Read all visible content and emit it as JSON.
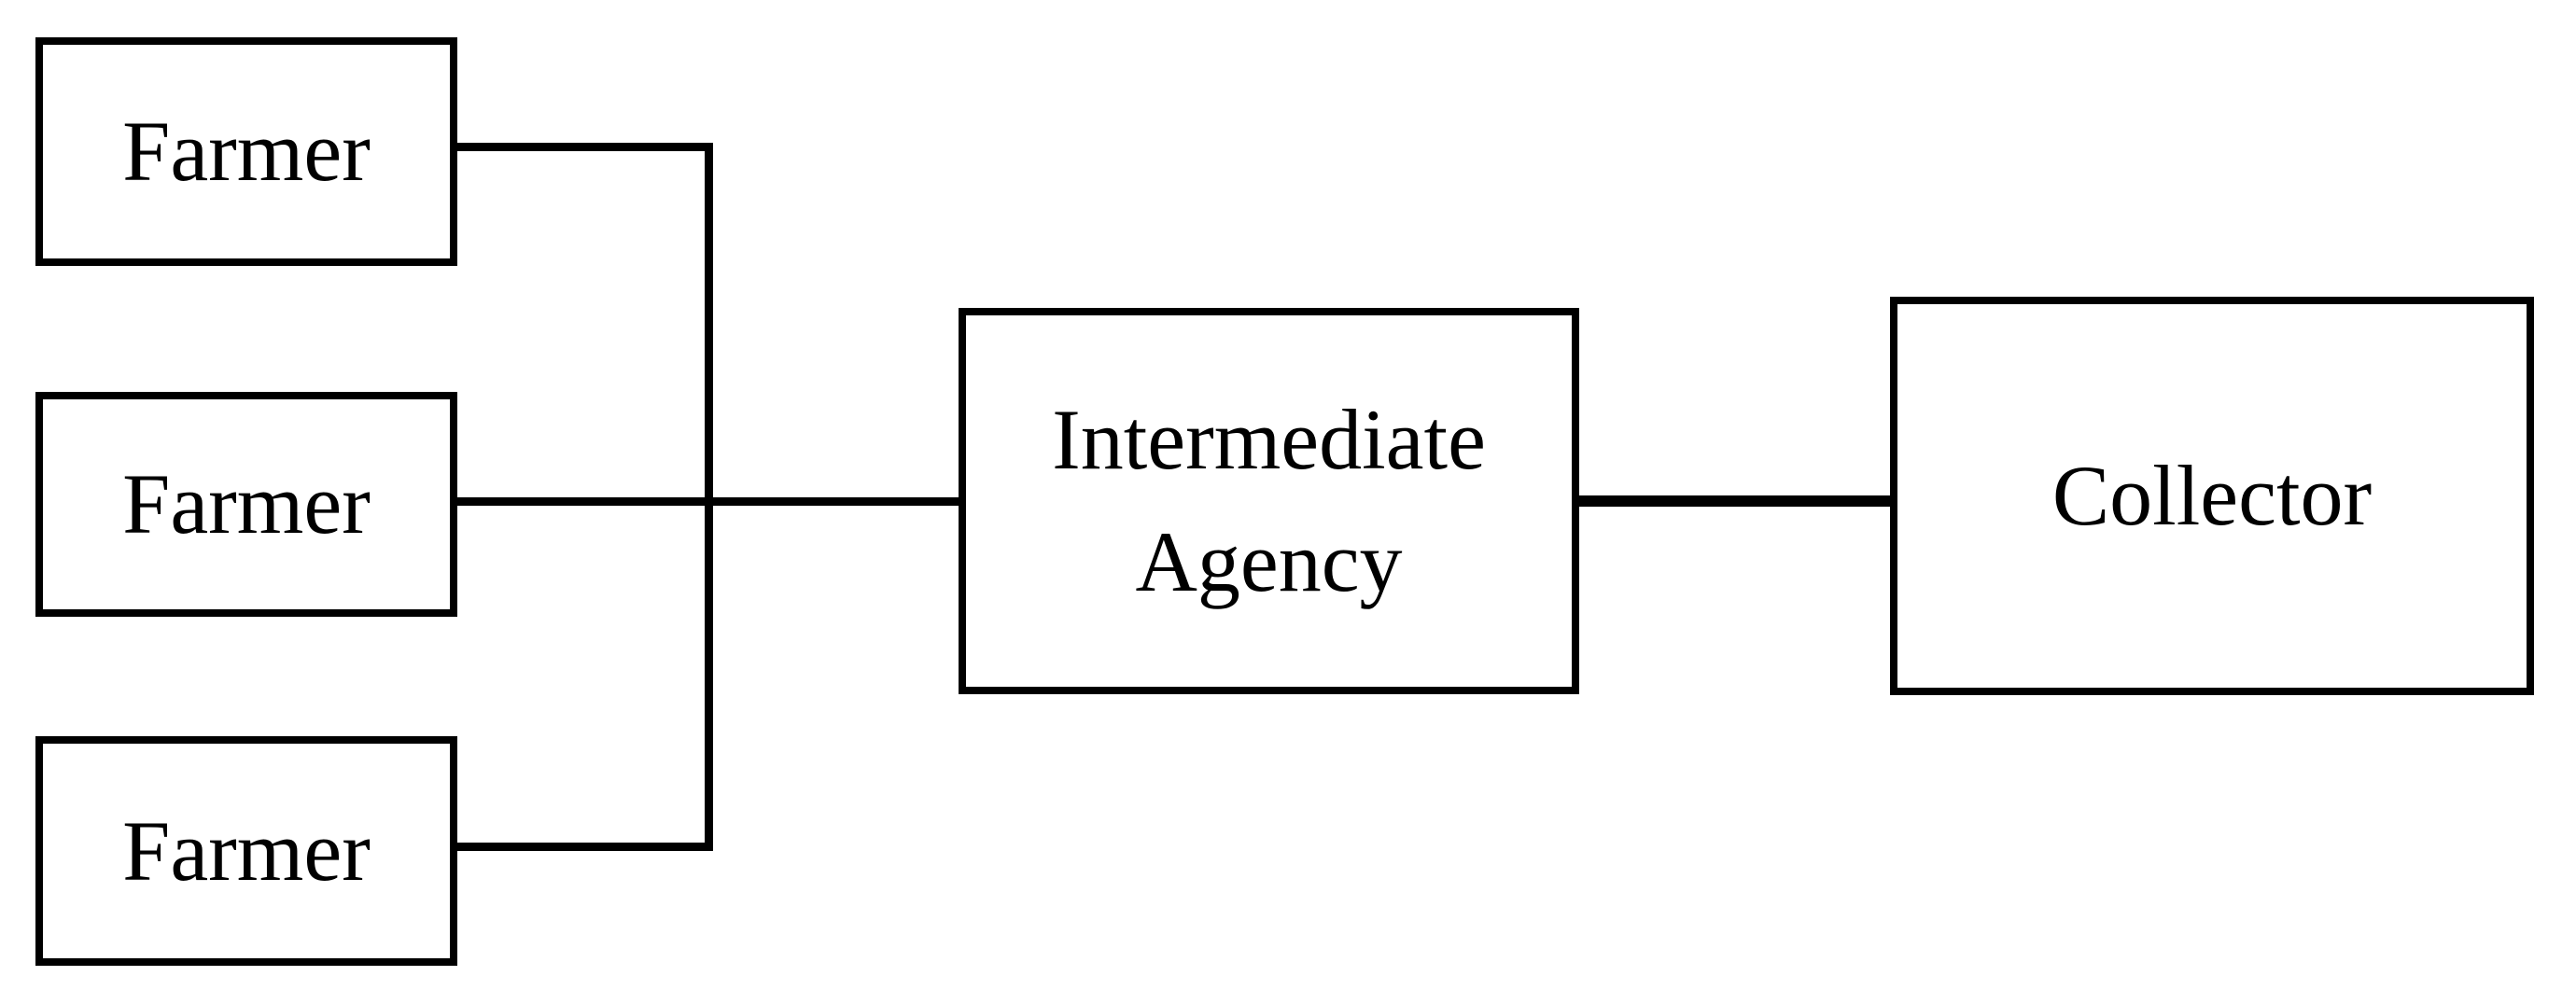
{
  "diagram": {
    "background_color": "#ffffff",
    "stroke_color": "#000000",
    "text_color": "#000000",
    "nodes": [
      {
        "id": "farmer-1",
        "label": "Farmer"
      },
      {
        "id": "farmer-2",
        "label": "Farmer"
      },
      {
        "id": "farmer-3",
        "label": "Farmer"
      },
      {
        "id": "intermediate-agency",
        "label": "Intermediate Agency"
      },
      {
        "id": "collector",
        "label": "Collector"
      }
    ],
    "edges": [
      {
        "from": "farmer-1",
        "to": "intermediate-agency"
      },
      {
        "from": "farmer-2",
        "to": "intermediate-agency"
      },
      {
        "from": "farmer-3",
        "to": "intermediate-agency"
      },
      {
        "from": "intermediate-agency",
        "to": "collector"
      }
    ]
  }
}
